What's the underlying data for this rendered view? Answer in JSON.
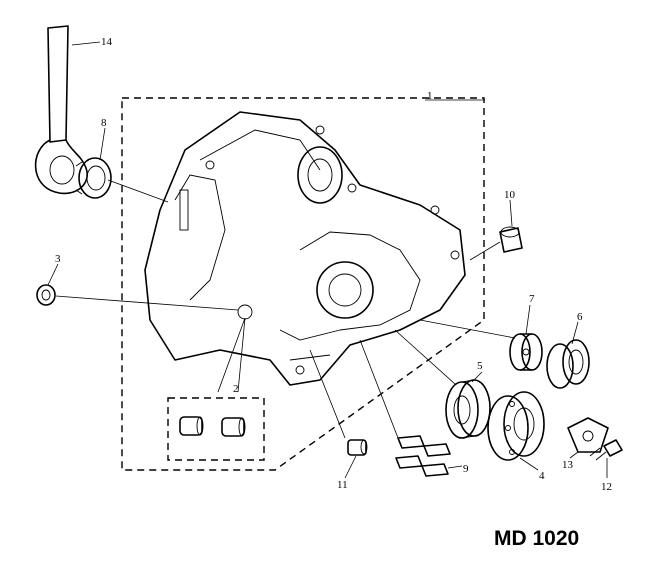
{
  "diagram": {
    "reference_code": "MD 1020",
    "callouts": [
      "1",
      "2",
      "3",
      "4",
      "5",
      "6",
      "7",
      "8",
      "9",
      "10",
      "11",
      "12",
      "13",
      "14"
    ]
  }
}
